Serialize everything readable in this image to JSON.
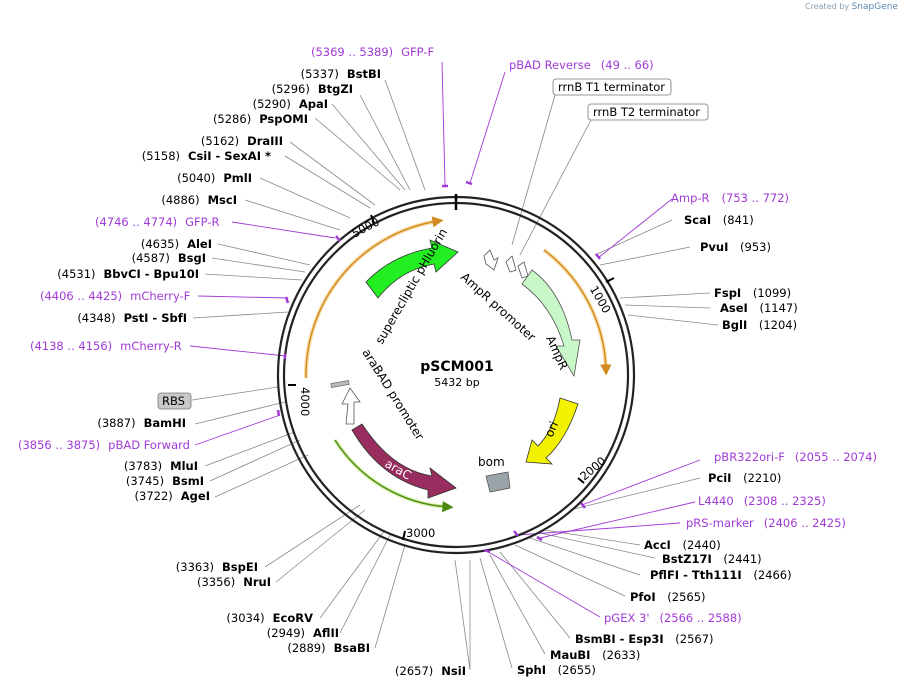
{
  "credit": {
    "prefix": "Created by",
    "brand": "SnapGene"
  },
  "plasmid": {
    "name": "pSCM001",
    "size_label": "5432 bp",
    "length": 5432
  },
  "ruler_ticks": [
    "1000",
    "2000",
    "3000",
    "4000",
    "5000"
  ],
  "enzymes_right": [
    {
      "name": "ScaI",
      "pos": "(841)"
    },
    {
      "name": "PvuI",
      "pos": "(953)"
    },
    {
      "name": "FspI",
      "pos": "(1099)"
    },
    {
      "name": "AseI",
      "pos": "(1147)"
    },
    {
      "name": "BglI",
      "pos": "(1204)"
    },
    {
      "name": "PciI",
      "pos": "(2210)"
    },
    {
      "name": "AccI",
      "pos": "(2440)"
    },
    {
      "name": "BstZ17I",
      "pos": "(2441)"
    },
    {
      "name": "PflFI  -  Tth111I",
      "pos": "(2466)"
    },
    {
      "name": "PfoI",
      "pos": "(2565)"
    },
    {
      "name": "BsmBI  -  Esp3I",
      "pos": "(2567)"
    },
    {
      "name": "MauBI",
      "pos": "(2633)"
    },
    {
      "name": "SphI",
      "pos": "(2655)"
    }
  ],
  "enzymes_left": [
    {
      "name": "BstBI",
      "pos": "(5337)"
    },
    {
      "name": "BtgZI",
      "pos": "(5296)"
    },
    {
      "name": "ApaI",
      "pos": "(5290)"
    },
    {
      "name": "PspOMI",
      "pos": "(5286)"
    },
    {
      "name": "DraIII",
      "pos": "(5162)"
    },
    {
      "name": "CsiI  -  SexAI *",
      "pos": "(5158)"
    },
    {
      "name": "PmlI",
      "pos": "(5040)"
    },
    {
      "name": "MscI",
      "pos": "(4886)"
    },
    {
      "name": "AleI",
      "pos": "(4635)"
    },
    {
      "name": "BsgI",
      "pos": "(4587)"
    },
    {
      "name": "BbvCI  -  Bpu10I",
      "pos": "(4531)"
    },
    {
      "name": "PstI  -  SbfI",
      "pos": "(4348)"
    },
    {
      "name": "BamHI",
      "pos": "(3887)"
    },
    {
      "name": "MluI",
      "pos": "(3783)"
    },
    {
      "name": "BsmI",
      "pos": "(3745)"
    },
    {
      "name": "AgeI",
      "pos": "(3722)"
    },
    {
      "name": "BspEI",
      "pos": "(3363)"
    },
    {
      "name": "NruI",
      "pos": "(3356)"
    },
    {
      "name": "EcoRV",
      "pos": "(3034)"
    },
    {
      "name": "AflII",
      "pos": "(2949)"
    },
    {
      "name": "BsaBI",
      "pos": "(2889)"
    },
    {
      "name": "NsiI",
      "pos": "(2657)"
    }
  ],
  "primers": [
    {
      "label": "GFP-F",
      "range": "(5369 .. 5389)"
    },
    {
      "label": "pBAD Reverse",
      "range": "(49 .. 66)"
    },
    {
      "label": "Amp-R",
      "range": "(753 .. 772)"
    },
    {
      "label": "GFP-R",
      "range": "(4746 .. 4774)"
    },
    {
      "label": "mCherry-F",
      "range": "(4406 .. 4425)"
    },
    {
      "label": "mCherry-R",
      "range": "(4138 .. 4156)"
    },
    {
      "label": "pBAD Forward",
      "range": "(3856 .. 3875)"
    },
    {
      "label": "pBR322ori-F",
      "range": "(2055 .. 2074)"
    },
    {
      "label": "L4440",
      "range": "(2308 .. 2325)"
    },
    {
      "label": "pRS-marker",
      "range": "(2406 .. 2425)"
    },
    {
      "label": "pGEX 3'",
      "range": "(2566 .. 2588)"
    }
  ],
  "boxed_labels": [
    "rrnB T1 terminator",
    "rrnB T2 terminator",
    "RBS"
  ],
  "features": {
    "gfp": "superecliptic pHluorin",
    "ampr_promoter": "AmpR promoter",
    "ampr": "AmpR",
    "ori": "ori",
    "bom": "bom",
    "arac": "araC",
    "arabad_promoter": "araBAD promoter"
  },
  "colors": {
    "primer": "#a03ad6",
    "gfp": "#22ee22",
    "ampr": "#c8f7c8",
    "ori": "#f2f200",
    "arac": "#992d5f",
    "bom": "#9aa3a8",
    "orange_arc": "#f0b050",
    "green_arc": "#9ecc3a"
  }
}
